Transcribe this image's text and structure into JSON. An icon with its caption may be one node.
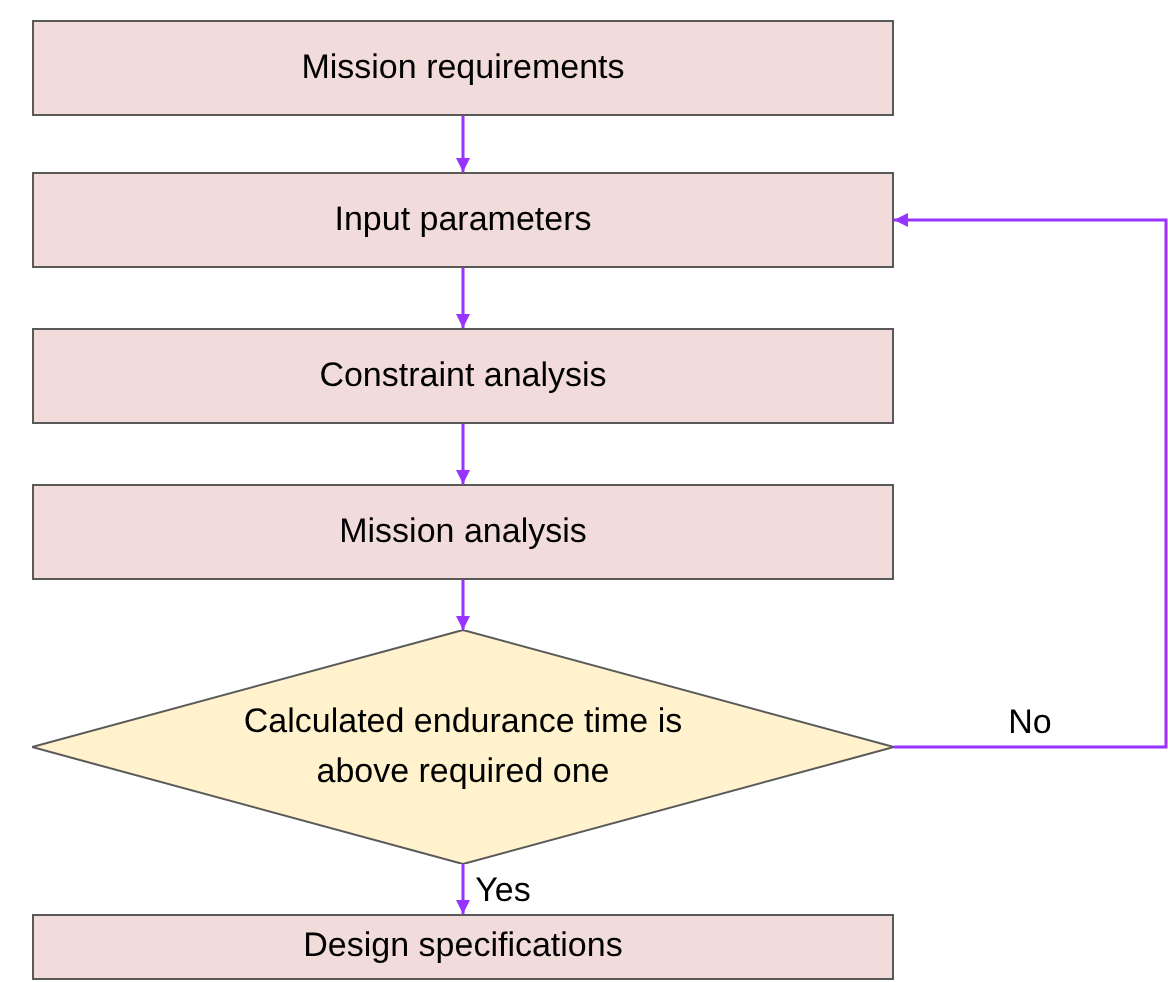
{
  "diagram": {
    "nodes": [
      {
        "text": [
          "Mission requirements"
        ]
      },
      {
        "text": [
          "Input parameters"
        ]
      },
      {
        "text": [
          "Constraint analysis"
        ]
      },
      {
        "text": [
          "Mission analysis"
        ]
      },
      {
        "text": [
          "Calculated endurance time is above required one"
        ]
      },
      {
        "text": [
          "Design specifications"
        ]
      }
    ],
    "edges": [
      {
        "from": 0,
        "to": 1,
        "arrow": "to"
      },
      {
        "from": 1,
        "to": 2,
        "arrow": "to"
      },
      {
        "from": 2,
        "to": 3,
        "arrow": "to"
      },
      {
        "from": 3,
        "to": 4,
        "arrow": "to"
      },
      {
        "from": 4,
        "to": 5,
        "arrow": "to",
        "label": "Yes"
      },
      {
        "from": 4,
        "to": 1,
        "arrow": "to",
        "label": "No"
      }
    ]
  }
}
